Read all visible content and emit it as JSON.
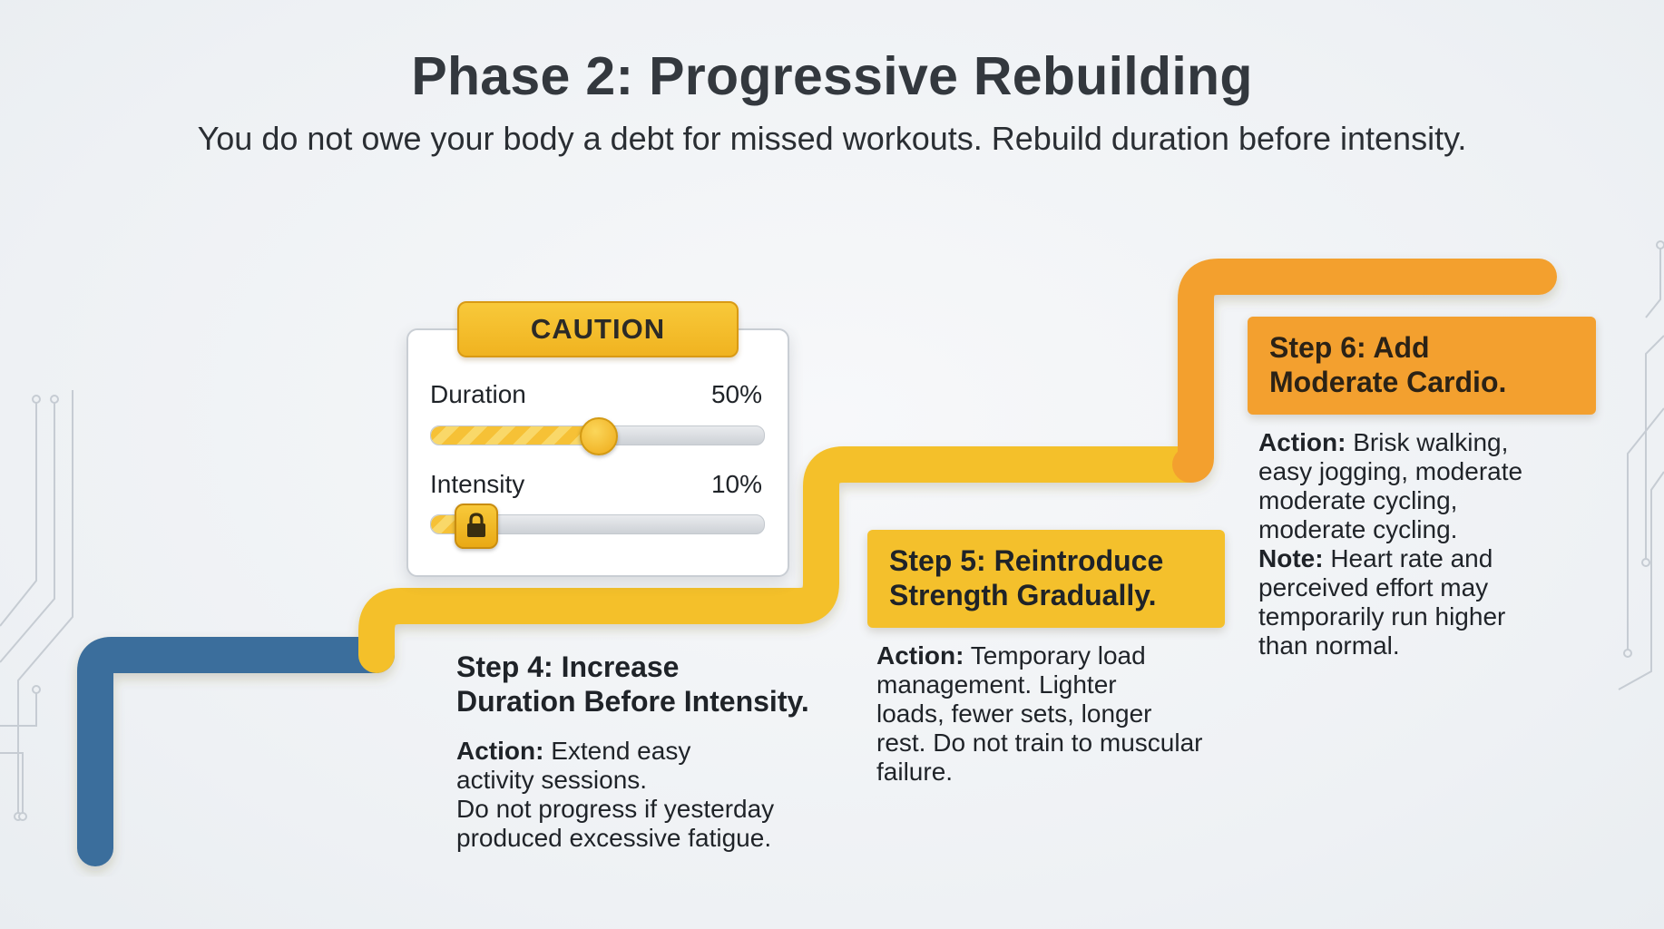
{
  "header": {
    "title": "Phase 2: Progressive Rebuilding",
    "subtitle": "You do not owe your body a debt for missed workouts. Rebuild duration before intensity."
  },
  "caution_card": {
    "badge": "CAUTION",
    "sliders": [
      {
        "label": "Duration",
        "value_text": "50%",
        "level": 0.5,
        "locked": false
      },
      {
        "label": "Intensity",
        "value_text": "10%",
        "level": 0.1,
        "locked": true
      }
    ]
  },
  "steps": [
    {
      "title_lines": [
        "Step 4: Increase",
        "Duration Before Intensity."
      ],
      "action_label": "Action:",
      "action_lines": [
        "Extend easy",
        "activity sessions.",
        "Do not progress if yesterday",
        "produced excessive fatigue."
      ]
    },
    {
      "title_lines": [
        "Step 5: Reintroduce",
        "Strength Gradually."
      ],
      "action_label": "Action:",
      "action_lines": [
        "Temporary load",
        "management. Lighter",
        "loads, fewer sets, longer",
        "rest. Do not train to muscular",
        "failure."
      ]
    },
    {
      "title_lines": [
        "Step 6: Add",
        "Moderate Cardio."
      ],
      "action_label": "Action:",
      "action_lines": [
        "Brisk walking,",
        "easy jogging, moderate",
        "moderate cycling,",
        "moderate cycling."
      ],
      "note_label": "Note:",
      "note_lines": [
        "Heart rate and",
        "perceived effort may",
        "temporarily run higher",
        "than normal."
      ]
    }
  ],
  "colors": {
    "path_blue": "#3a6e9c",
    "path_yellow": "#f4c02c",
    "path_orange": "#f3a02f",
    "caution_yellow": "#f5bf2f"
  },
  "icons": {
    "intensity_knob": "lock-icon",
    "background": "circuit-lines"
  }
}
